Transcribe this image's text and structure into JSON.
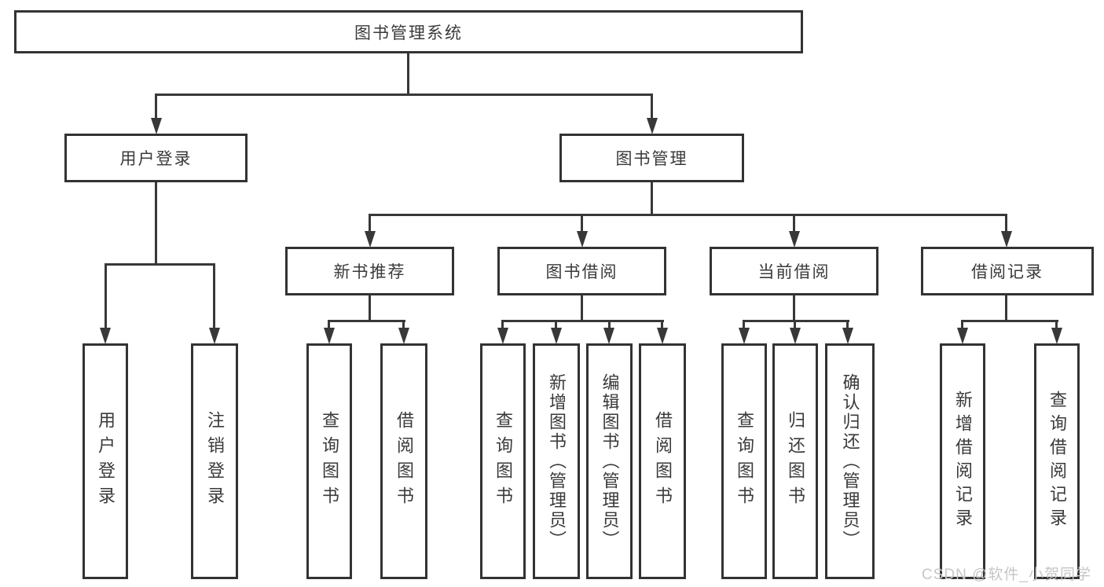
{
  "diagram_title": "图书管理系统",
  "tree": {
    "label": "图书管理系统",
    "children": [
      {
        "label": "用户登录",
        "children": [
          {
            "label": "用户登录"
          },
          {
            "label": "注销登录"
          }
        ]
      },
      {
        "label": "图书管理",
        "children": [
          {
            "label": "新书推荐",
            "children": [
              {
                "label": "查询图书"
              },
              {
                "label": "借阅图书"
              }
            ]
          },
          {
            "label": "图书借阅",
            "children": [
              {
                "label": "查询图书"
              },
              {
                "label": "新增图书（管理员）"
              },
              {
                "label": "编辑图书（管理员）"
              },
              {
                "label": "借阅图书"
              }
            ]
          },
          {
            "label": "当前借阅",
            "children": [
              {
                "label": "查询图书"
              },
              {
                "label": "归还图书"
              },
              {
                "label": "确认归还（管理员）"
              }
            ]
          },
          {
            "label": "借阅记录",
            "children": [
              {
                "label": "新增借阅记录"
              },
              {
                "label": "查询借阅记录"
              }
            ]
          }
        ]
      }
    ]
  },
  "watermark": {
    "text": "CSDN @软件_小贺同学"
  },
  "colors": {
    "background": "#ffffff",
    "line": "#383838",
    "box_border": "#333333",
    "text": "#3a3a3a",
    "watermark": "#c6c6c6"
  }
}
